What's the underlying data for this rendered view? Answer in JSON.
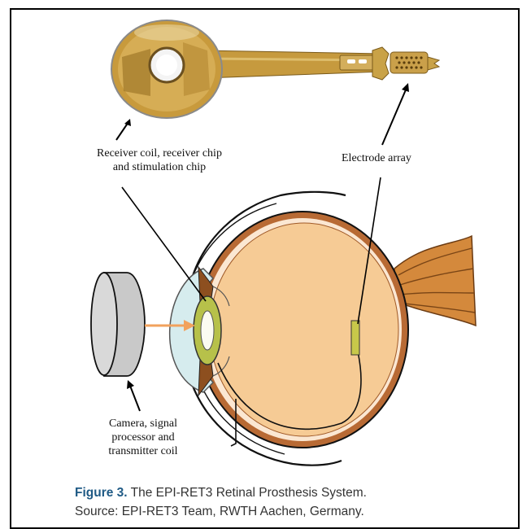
{
  "labels": {
    "receiver": [
      "Receiver coil, receiver chip",
      "and stimulation chip"
    ],
    "electrode": "Electrode array",
    "camera": [
      "Camera, signal",
      "processor and",
      "transmitter coil"
    ]
  },
  "caption": {
    "figure_label": "Figure 3.",
    "title": "The EPI-RET3 Retinal Prosthesis System.",
    "source": "Source: EPI-RET3 Team, RWTH Aachen, Germany."
  },
  "colors": {
    "implant_gold": "#c9a247",
    "implant_dark": "#8a6a1c",
    "eye_fill": "#f6cb95",
    "eye_wall": "#b86a34",
    "cornea": "#d6ecee",
    "lens_green": "#b7c14a",
    "camera_grey": "#c9c9c9",
    "arrow_orange": "#f2a25d",
    "electrode_green": "#c8c84a",
    "caption_blue": "#1f5a85"
  }
}
